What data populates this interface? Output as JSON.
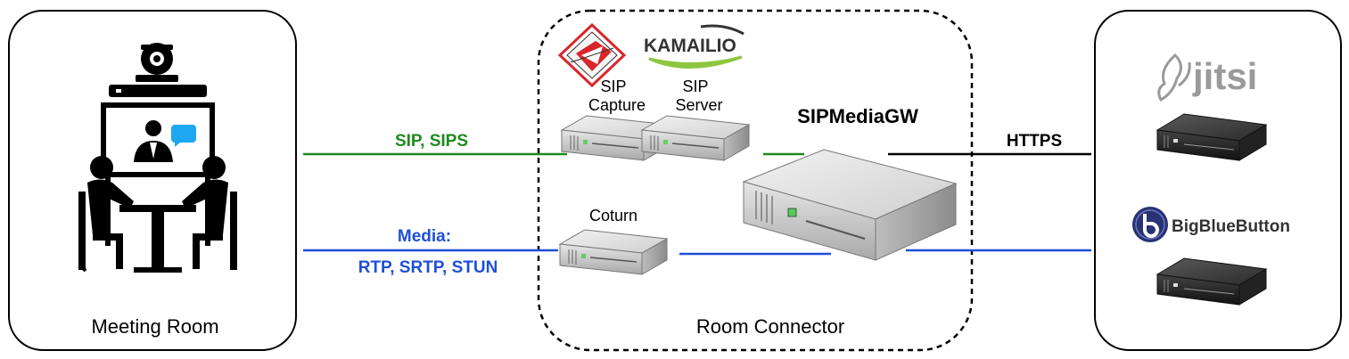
{
  "colors": {
    "sip": "#1e8a1e",
    "media": "#1f4fd8",
    "https": "#000000",
    "kamailio_swoosh": "#8dc63f",
    "bbb_blue": "#283274",
    "jitsi_gray": "#9a9a9a",
    "homer_red": "#d9262c"
  },
  "boxes": {
    "meeting_room": "Meeting Room",
    "room_connector": "Room Connector"
  },
  "links": {
    "sip": "SIP, SIPS",
    "media_line1": "Media:",
    "media_line2": "RTP, SRTP, STUN",
    "https": "HTTPS"
  },
  "servers": {
    "sip_capture_line1": "SIP",
    "sip_capture_line2": "Capture",
    "sip_server_line1": "SIP",
    "sip_server_line2": "Server",
    "coturn": "Coturn",
    "gateway": "SIPMediaGW"
  },
  "logos": {
    "kamailio": "KAMAILIO",
    "jitsi": "jitsi",
    "bigbluebutton": "BigBlueButton"
  },
  "icons": [
    "meeting-room-icon",
    "homer-logo-icon",
    "kamailio-logo-icon",
    "server-icon",
    "jitsi-logo-icon",
    "bigbluebutton-logo-icon"
  ]
}
